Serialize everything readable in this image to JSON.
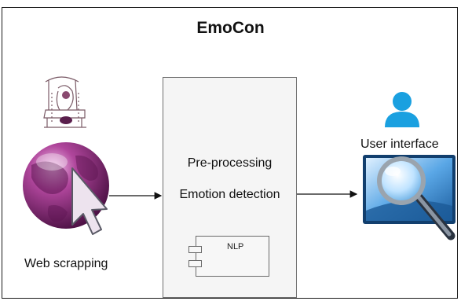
{
  "title": "EmoCon",
  "process": {
    "steps": [
      "Pre-processing",
      "Emotion detection"
    ],
    "component": "NLP"
  },
  "inputs": {
    "web_label": "Web scrapping"
  },
  "outputs": {
    "ui_label": "User interface"
  },
  "colors": {
    "user_icon": "#1aa0e0",
    "globe": "#8a2a78",
    "monitor": "#1f6fb3",
    "center_box": "#f5f5f5"
  }
}
